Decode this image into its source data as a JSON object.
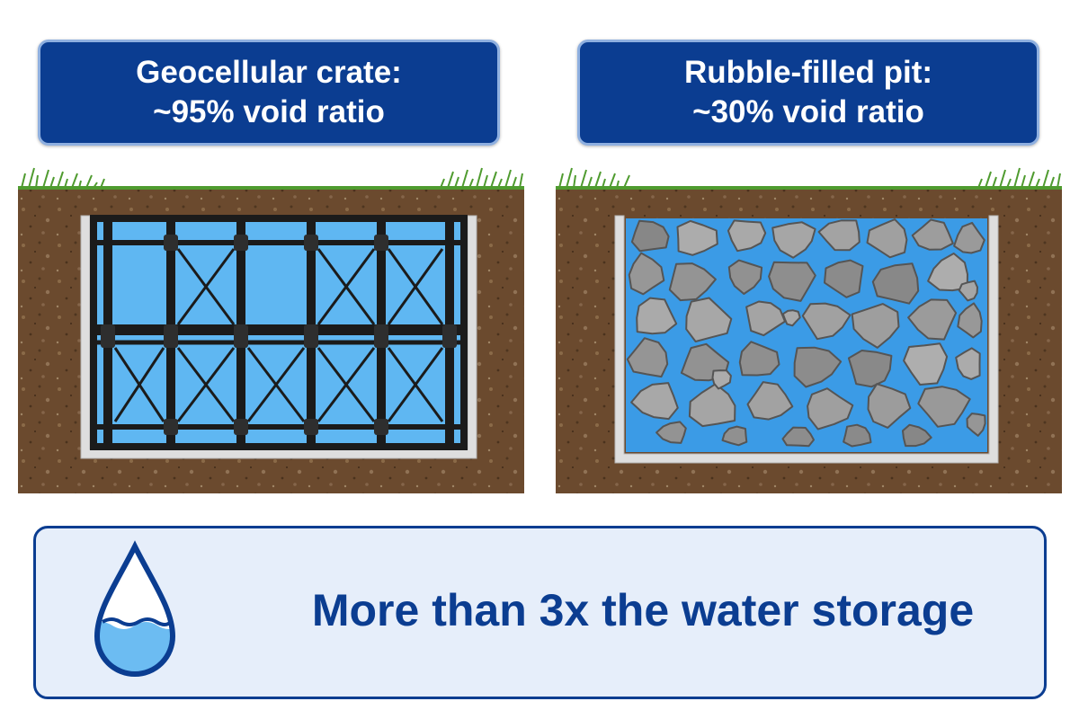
{
  "labels": {
    "left": {
      "line1": "Geocellular crate:",
      "line2": "~95% void ratio"
    },
    "right": {
      "line1": "Rubble-filled pit:",
      "line2": "~30% void ratio"
    }
  },
  "summary": {
    "text": "More than 3x the water storage"
  },
  "icons": {
    "summary_icon": "water-drop-icon"
  },
  "colors": {
    "label_bg": "#0b3d91",
    "label_border": "#8fb0e0",
    "water": "#5fb7f2",
    "soil": "#6b4a2e",
    "grass": "#4f9b2f",
    "crate": "#1b1b1b",
    "stone": "#9a9a9a",
    "summary_bg": "#e6eefa"
  }
}
